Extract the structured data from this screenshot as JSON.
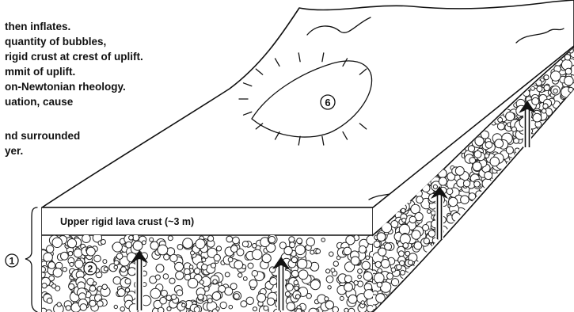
{
  "caption_lines": [
    "then inflates.",
    "quantity of bubbles,",
    "rigid crust at crest of uplift.",
    "mmit of uplift.",
    "on-Newtonian rheology.",
    "uation, cause",
    "",
    "nd surrounded",
    "yer."
  ],
  "layers": {
    "upper_crust_label": "Upper rigid lava crust (~3 m)"
  },
  "markers": {
    "m1": "1",
    "m2": "2",
    "m6": "6"
  }
}
